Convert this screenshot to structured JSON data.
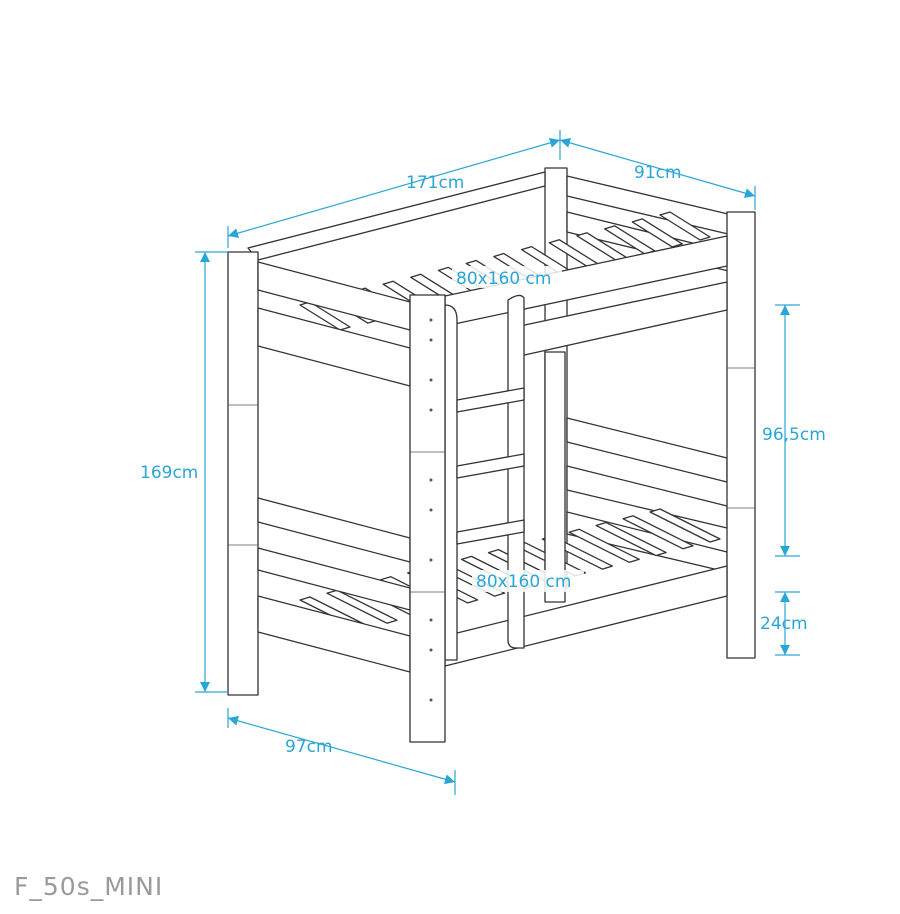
{
  "dimensions": {
    "length": "171cm",
    "depth": "91cm",
    "height": "169cm",
    "width": "97cm",
    "upper_clearance": "96,5cm",
    "lower_clearance": "24cm",
    "upper_mattress": "80x160 cm",
    "lower_mattress": "80x160 cm"
  },
  "model_code": "F_50s_MINI",
  "accent_color": "#2aa6d6"
}
